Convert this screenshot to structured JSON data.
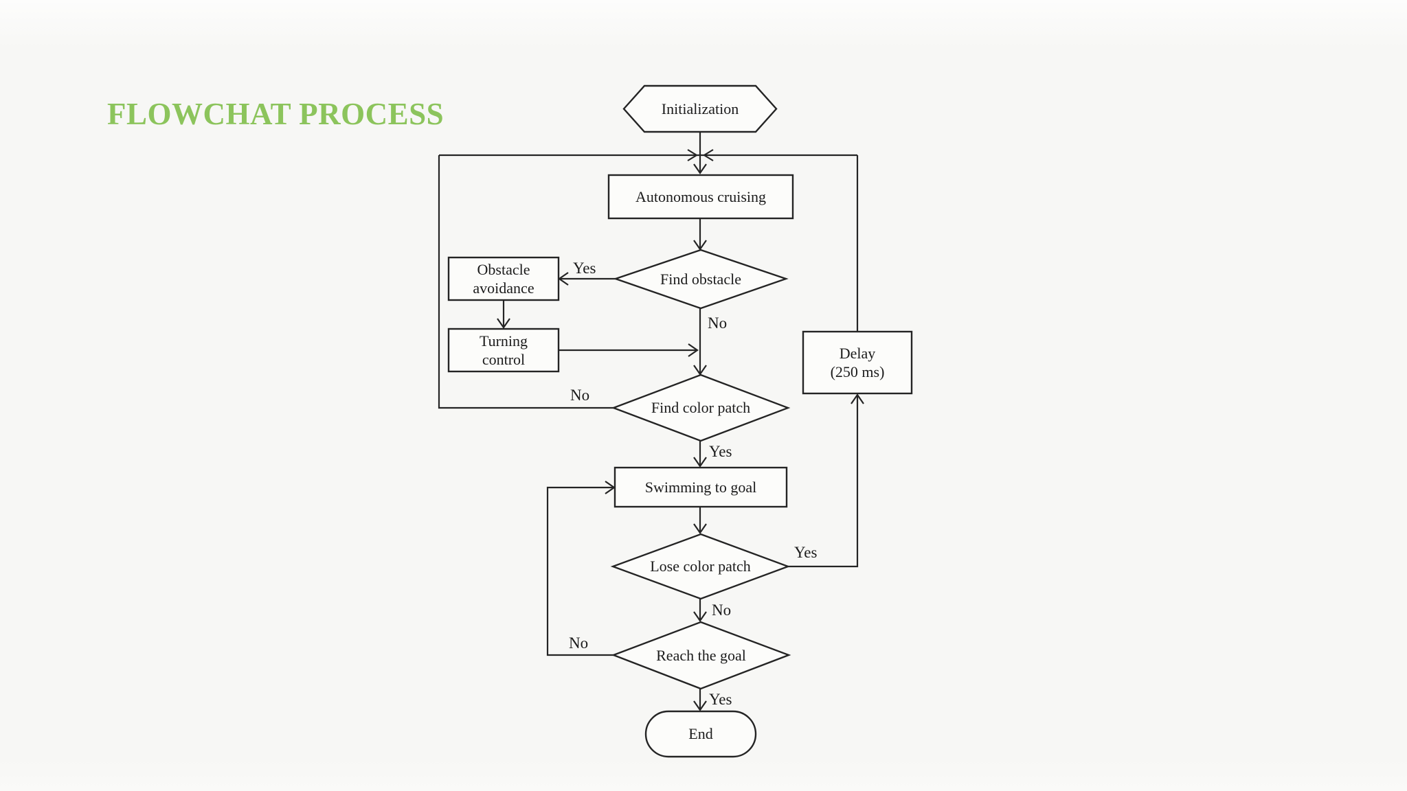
{
  "slide": {
    "title": "FLOWCHAT PROCESS",
    "title_color": "#8cc45c",
    "line_color": "#242424",
    "background_color": "#f7f7f5"
  },
  "flowchart": {
    "nodes": {
      "initialization": {
        "label": "Initialization",
        "shape": "hexagon"
      },
      "autonomous_cruising": {
        "label": "Autonomous cruising",
        "shape": "process"
      },
      "find_obstacle": {
        "label": "Find obstacle",
        "shape": "decision"
      },
      "obstacle_avoidance": {
        "label": "Obstacle avoidance",
        "shape": "process"
      },
      "turning_control": {
        "label": "Turning control",
        "shape": "process"
      },
      "find_color_patch": {
        "label": "Find color patch",
        "shape": "decision"
      },
      "delay": {
        "label": "Delay",
        "sublabel": "(250 ms)",
        "shape": "process"
      },
      "swimming_to_goal": {
        "label": "Swimming to goal",
        "shape": "process"
      },
      "lose_color_patch": {
        "label": "Lose color patch",
        "shape": "decision"
      },
      "reach_the_goal": {
        "label": "Reach the goal",
        "shape": "decision"
      },
      "end": {
        "label": "End",
        "shape": "terminator"
      }
    },
    "edge_labels": {
      "find_obstacle_yes": "Yes",
      "find_obstacle_no": "No",
      "find_color_patch_no": "No",
      "find_color_patch_yes": "Yes",
      "lose_color_patch_yes": "Yes",
      "lose_color_patch_no": "No",
      "reach_the_goal_no": "No",
      "reach_the_goal_yes": "Yes"
    }
  }
}
